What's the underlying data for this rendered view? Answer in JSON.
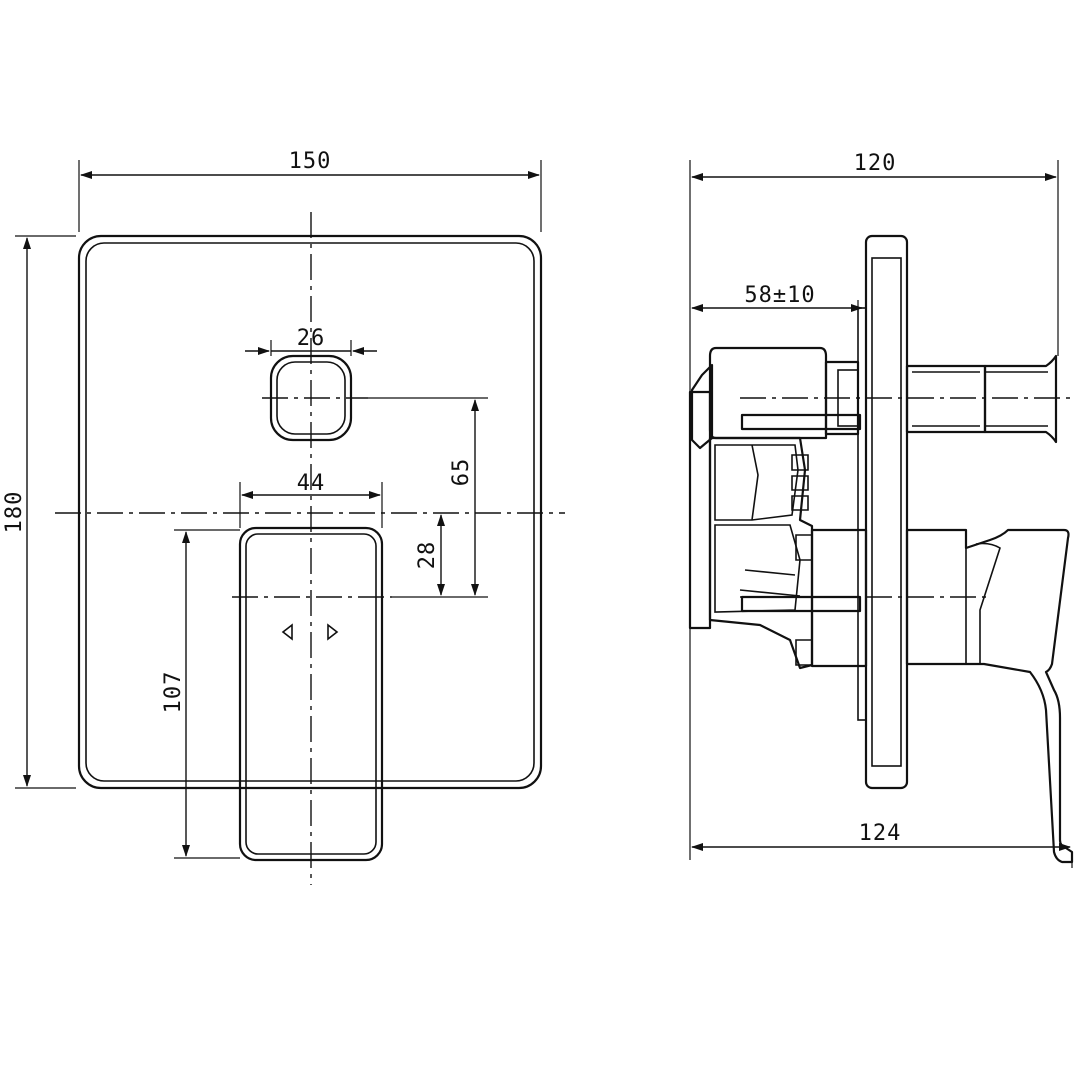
{
  "front_view": {
    "width_label": "150",
    "height_label": "180",
    "button_width_label": "26",
    "handle_width_label": "44",
    "button_offset_label": "65",
    "handle_offset_label": "28",
    "handle_length_label": "107"
  },
  "side_view": {
    "top_depth_label": "120",
    "wall_depth_label": "58±10",
    "bottom_depth_label": "124"
  },
  "colors": {
    "line": "#111111",
    "background": "#ffffff"
  }
}
